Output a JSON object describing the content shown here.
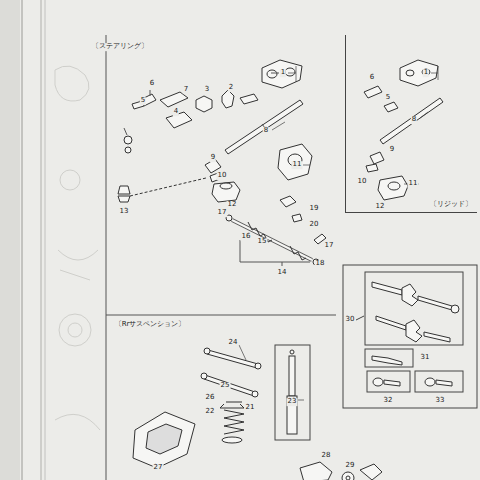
{
  "diagram": {
    "nodes": [
      {
        "text": [
          "〔リジッド〕"
        ]
      }
    ],
    "labels": [
      "〔ステアリング〕",
      "1",
      "6",
      "5",
      "7",
      "3",
      "2",
      "4",
      "8",
      "9",
      "10",
      "11",
      "12",
      "13",
      "17",
      "16",
      "15",
      "14",
      "18",
      "19",
      "20",
      "17",
      "1",
      "6",
      "5",
      "8",
      "9",
      "10",
      "11",
      "12",
      "30",
      "31",
      "32",
      "33",
      "〔Rrサスペンション〕",
      "24",
      "25",
      "26",
      "21",
      "22",
      "23",
      "27",
      "28",
      "29"
    ]
  }
}
